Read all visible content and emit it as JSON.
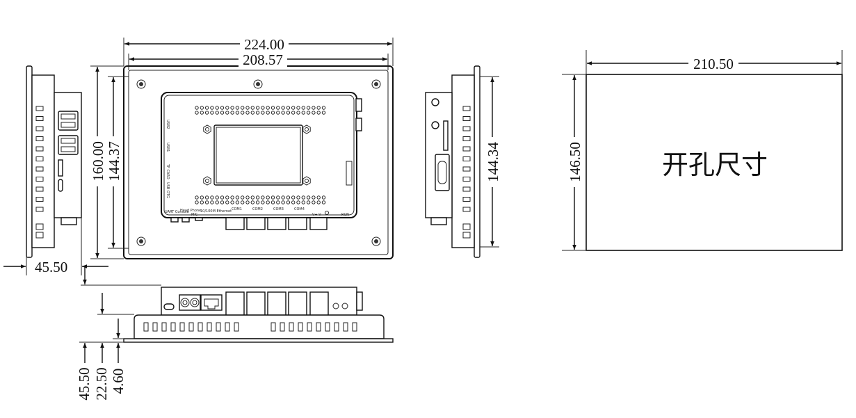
{
  "front_view": {
    "width_outer": "224.00",
    "width_inner": "208.57",
    "height_outer": "160.00",
    "height_inner": "144.37",
    "side_labels": [
      "USB2",
      "USB1",
      "TF CARD",
      "USB OTG"
    ],
    "bottom_labels": [
      "UART Console",
      "Head Phone",
      "MIC",
      "10/100M Ethernet",
      "COM1",
      "COM2",
      "COM3",
      "COM4",
      "V+ V-",
      "RUN"
    ]
  },
  "side_view": {
    "height": "144.34",
    "depth": "45.50"
  },
  "bottom_view": {
    "total_depth": "45.50",
    "body_depth": "22.50",
    "plate_thickness": "4.60"
  },
  "cutout": {
    "width": "210.50",
    "height": "146.50",
    "label": "开孔尺寸"
  }
}
